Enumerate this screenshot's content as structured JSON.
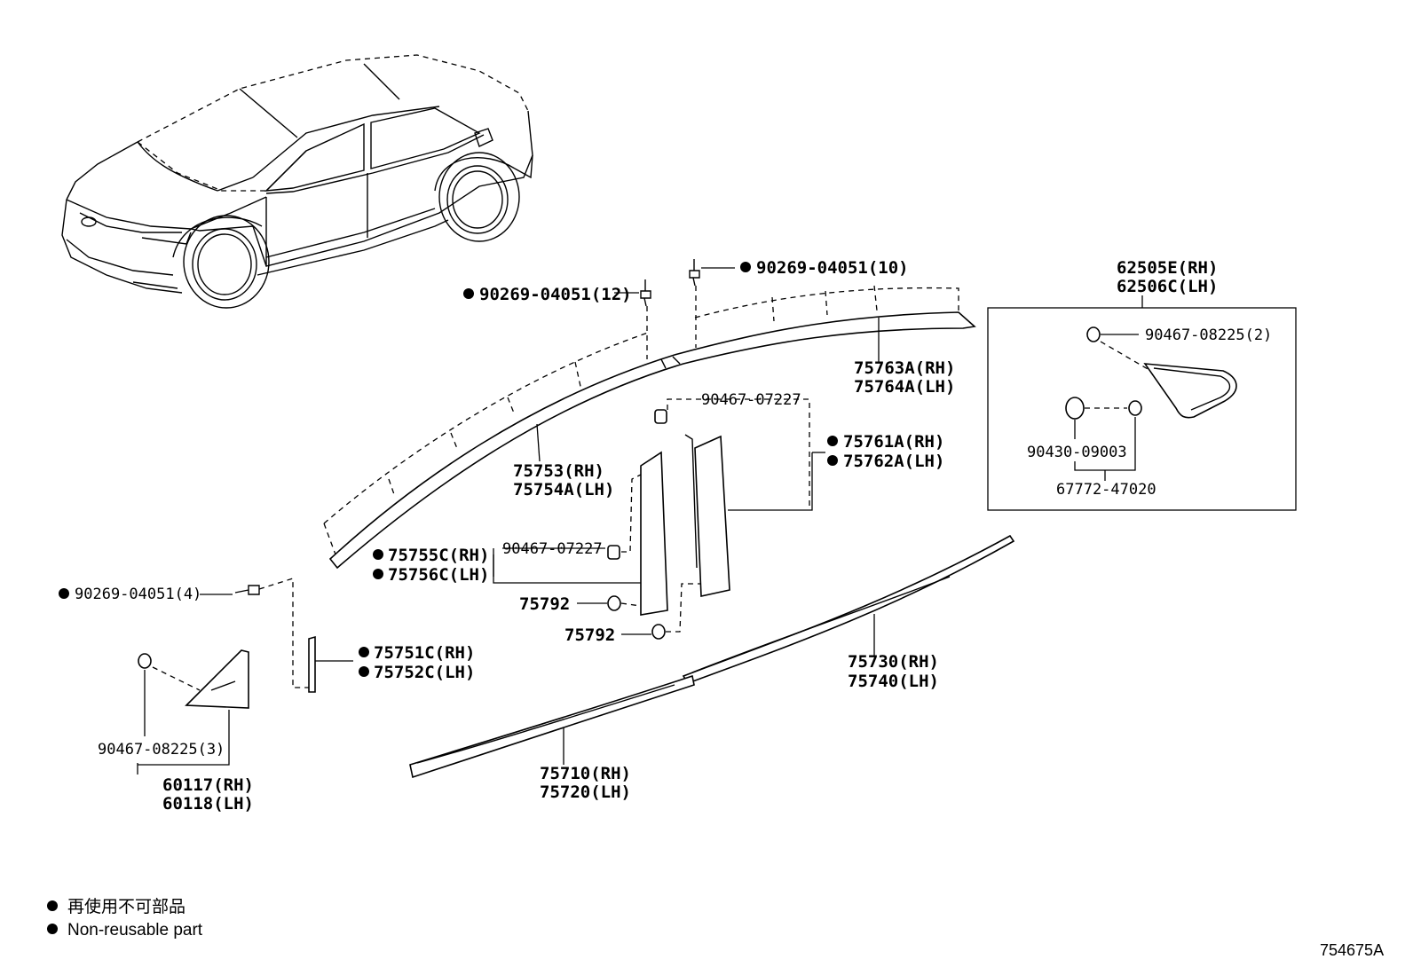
{
  "labels": {
    "p90269_12": "90269-04051(12)",
    "p90269_10": "90269-04051(10)",
    "p90269_4": "90269-04051(4)",
    "p62505": "62505E(RH)",
    "p62506": "62506C(LH)",
    "p90467_08225_2": "90467-08225(2)",
    "p90430": "90430-09003",
    "p67772": "67772-47020",
    "p75763": "75763A(RH)",
    "p75764": "75764A(LH)",
    "p90467_07227_a": "90467-07227",
    "p75761": "75761A(RH)",
    "p75762": "75762A(LH)",
    "p75753": "75753(RH)",
    "p75754": "75754A(LH)",
    "p90467_07227_b": "90467-07227",
    "p75755": "75755C(RH)",
    "p75756": "75756C(LH)",
    "p75792_a": "75792",
    "p75792_b": "75792",
    "p75751": "75751C(RH)",
    "p75752": "75752C(LH)",
    "p75730": "75730(RH)",
    "p75740": "75740(LH)",
    "p90467_08225_3": "90467-08225(3)",
    "p60117": "60117(RH)",
    "p60118": "60118(LH)",
    "p75710": "75710(RH)",
    "p75720": "75720(LH)"
  },
  "legend": {
    "jp": "再使用不可部品",
    "en": "Non-reusable part"
  },
  "diagram_id": "754675A"
}
